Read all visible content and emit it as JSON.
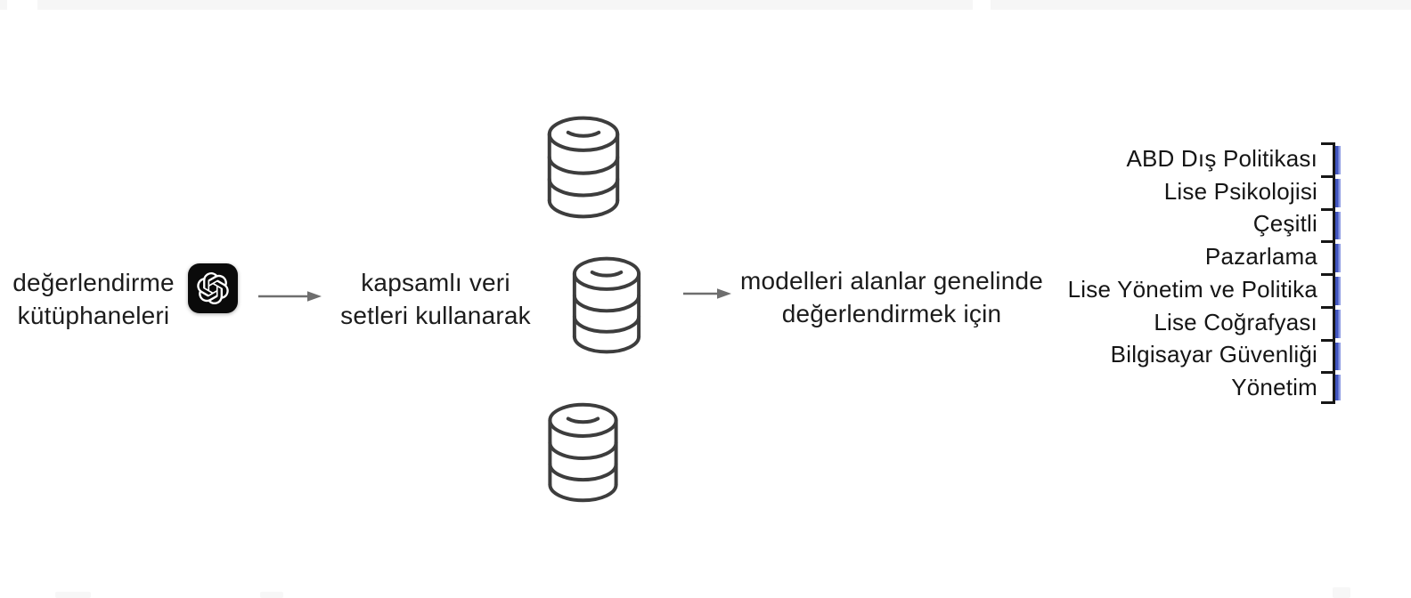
{
  "diagram": {
    "flow": {
      "source_label": {
        "line1": "değerlendirme",
        "line2": "kütüphaneleri"
      },
      "datasets_label": {
        "line1": "kapsamlı veri",
        "line2": "setleri kullanarak"
      },
      "evaluate_label": {
        "line1": "modelleri alanlar genelinde",
        "line2": "değerlendirmek için"
      }
    },
    "subjects": [
      "ABD Dış Politikası",
      "Lise Psikolojisi",
      "Çeşitli",
      "Pazarlama",
      "Lise Yönetim ve Politika",
      "Lise Coğrafyası",
      "Bilgisayar Güvenliği",
      "Yönetim"
    ],
    "icons": {
      "model": "openai-logo",
      "datasets": "database-cylinder",
      "connector": "arrow-right"
    },
    "colors": {
      "background": "#ffffff",
      "text": "#1a1a1a",
      "arrow": "#6e6e6e",
      "database_stroke": "#3d3d3d",
      "logo_background": "#0a0a0a",
      "logo_foreground": "#ffffff",
      "bracket": "#161616",
      "highlight_dark": "#4154bd",
      "highlight_light": "#8e9de4"
    }
  }
}
